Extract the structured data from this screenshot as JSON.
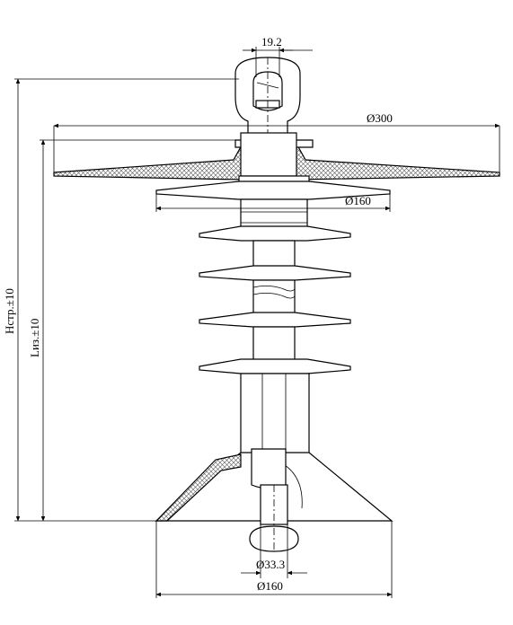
{
  "dimensions": {
    "top_fitting_width": "19.2",
    "large_shed_diameter": "Ø300",
    "small_shed_diameter": "Ø160",
    "rod_diameter": "Ø33.3",
    "base_diameter": "Ø160",
    "height_label": "Нстр.±10",
    "insulation_length_label": "Lиз.±10"
  }
}
